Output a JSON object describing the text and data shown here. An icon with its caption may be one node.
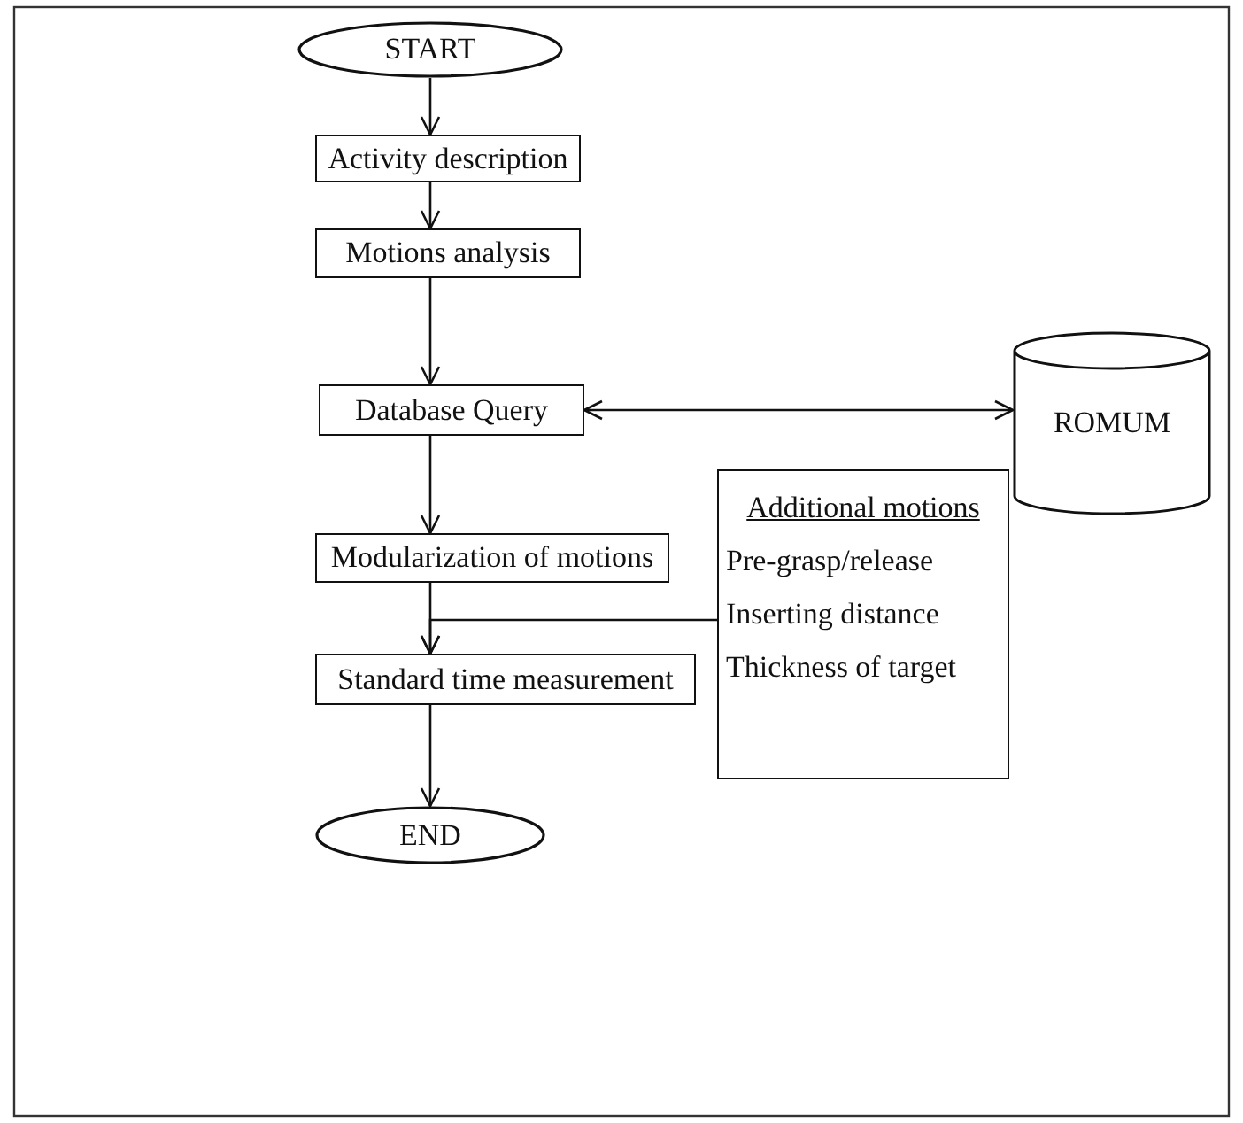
{
  "diagram": {
    "nodes": [
      {
        "text": [
          "START"
        ]
      },
      {
        "text": [
          "Activity description"
        ]
      },
      {
        "text": [
          "Motions analysis"
        ]
      },
      {
        "text": [
          "Database Query"
        ]
      },
      {
        "text": [
          "ROMUM"
        ]
      },
      {
        "text": [
          "Modularization of motions"
        ]
      },
      {
        "text": [
          "Additional motions",
          "Pre-grasp/release",
          "Inserting distance",
          "Thickness of target"
        ]
      },
      {
        "text": [
          "Standard time measurement"
        ]
      },
      {
        "text": [
          "END"
        ]
      }
    ],
    "edges": [
      {
        "from": 0,
        "to": 1,
        "arrow": "to"
      },
      {
        "from": 1,
        "to": 2,
        "arrow": "to"
      },
      {
        "from": 2,
        "to": 3,
        "arrow": "to"
      },
      {
        "from": 3,
        "to": 4,
        "arrow": "both"
      },
      {
        "from": 3,
        "to": 5,
        "arrow": "to"
      },
      {
        "from": 5,
        "to": 7,
        "arrow": "to"
      },
      {
        "from": 6,
        "to": 7,
        "arrow": "to"
      },
      {
        "from": 7,
        "to": 8,
        "arrow": "to"
      }
    ]
  }
}
